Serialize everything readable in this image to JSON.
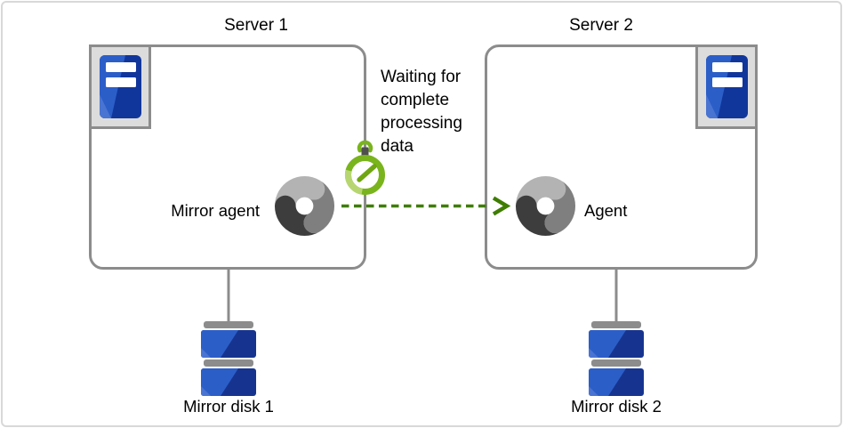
{
  "servers": {
    "server1": {
      "title": "Server 1",
      "agent_label": "Mirror agent",
      "disk_label": "Mirror disk 1"
    },
    "server2": {
      "title": "Server 2",
      "agent_label": "Agent",
      "disk_label": "Mirror disk 2"
    }
  },
  "replication": {
    "annotation": "Waiting for complete processing data",
    "direction": "server1-to-server2"
  },
  "icons": [
    "server-tower-icon",
    "agent-donut-icon",
    "stopwatch-icon",
    "mirror-disk-icon",
    "dashed-arrow-icon"
  ],
  "colors": {
    "box_border": "#8c8c8c",
    "frame_border": "#d8d8d8",
    "stopwatch_green": "#79b41c",
    "stopwatch_highlight": "#b7d671",
    "arrow_green": "#3e7d00",
    "blue_light": "#2c5ec8",
    "blue_dark": "#11369b",
    "donut_light": "#b3b3b3",
    "donut_mid": "#7f7f7f",
    "donut_dark": "#3d3d3d",
    "text": "#000000"
  }
}
